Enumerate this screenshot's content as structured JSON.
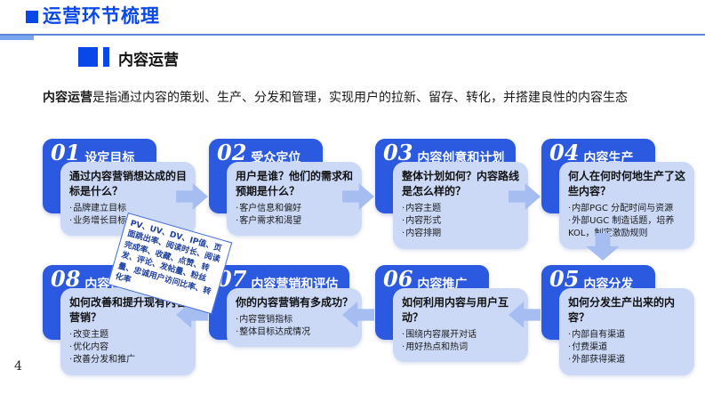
{
  "slide": {
    "title": "运营环节梳理",
    "section_title": "内容运营",
    "description": {
      "lead": "内容运营",
      "rest": "是指通过内容的策划、生产、分发和管理，实现用户的拉新、留存、转化，并搭建良性的内容生态"
    },
    "page_number": "4"
  },
  "colors": {
    "accent_blue": "#0847e8",
    "card_dark_blue": "#2b59e0",
    "card_light_blue": "#cbd9f7",
    "arrow_blue": "#a6bdf2",
    "divider_blue": "#5c87d6",
    "note_text_blue": "#1d3fa0"
  },
  "flow": {
    "steps": [
      {
        "num": "01",
        "title": "设定目标",
        "question": "通过内容营销想达成的目标是什么？",
        "bullets": [
          "品牌建立目标",
          "业务增长目标"
        ]
      },
      {
        "num": "02",
        "title": "受众定位",
        "question": "用户是谁？他们的需求和预期是什么？",
        "bullets": [
          "客户信息和偏好",
          "客户需求和渴望"
        ]
      },
      {
        "num": "03",
        "title": "内容创意和计划",
        "question": "整体计划如何？内容路线是怎么样的？",
        "bullets": [
          "内容主题",
          "内容形式",
          "内容排期"
        ]
      },
      {
        "num": "04",
        "title": "内容生产",
        "question": "何人在何时何地生产了这些内容？",
        "bullets": [
          "内部PGC 分配时间与资源",
          "外部UGC 制造话题，培养KOL，制定激励规则"
        ]
      },
      {
        "num": "05",
        "title": "内容分发",
        "question": "如何分发生产出来的内容？",
        "bullets": [
          "内部自有渠道",
          "付费渠道",
          "外部获得渠道"
        ]
      },
      {
        "num": "06",
        "title": "内容推广",
        "question": "如何利用内容与用户互动？",
        "bullets": [
          "围绕内容展开对话",
          "用好热点和热词"
        ]
      },
      {
        "num": "07",
        "title": "内容营销和评估",
        "question": "你的内容营销有多成功？",
        "bullets": [
          "内容营销指标",
          "整体目标达成情况"
        ]
      },
      {
        "num": "08",
        "title": "内容营销优化",
        "question": "如何改善和提升现有内容营销？",
        "bullets": [
          "改变主题",
          "优化内容",
          "改善分发和推广"
        ]
      }
    ],
    "metrics_note": "PV、UV、DV、IP值、页面跳出率、阅读时长、阅读完成率、收藏、点赞、转发、评论、发帖量、粉丝量、忠诚用户访问比率、转化率"
  }
}
